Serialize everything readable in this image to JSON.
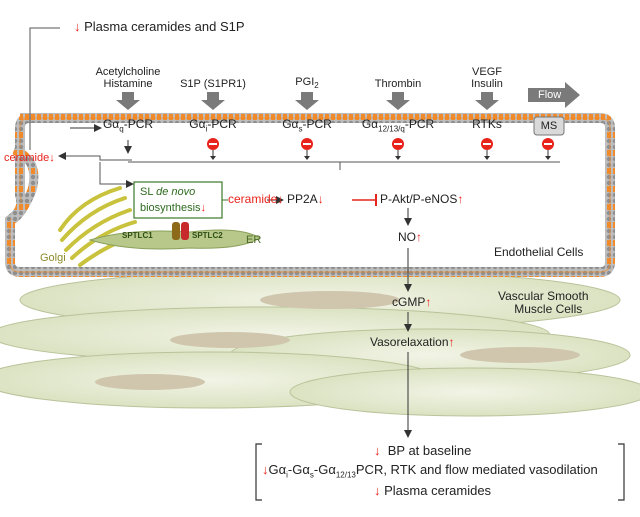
{
  "top_effect": {
    "arrow": "↓",
    "text": "Plasma ceramides and S1P"
  },
  "agonists": {
    "gq": {
      "line1": "Acetylcholine",
      "line2": "Histamine"
    },
    "gi": {
      "line1": "S1P (S1PR1)"
    },
    "gs": {
      "line1": "PGI",
      "sub": "2"
    },
    "g1213": {
      "line1": "Thrombin"
    },
    "rtk": {
      "line1": "VEGF",
      "line2": "Insulin"
    },
    "flow": {
      "line1": "Flow"
    }
  },
  "receptors": {
    "gq": {
      "pre": "Gα",
      "sub": "q",
      "post": "-PCR"
    },
    "gi": {
      "pre": "Gα",
      "sub": "i",
      "post": "-PCR"
    },
    "gs": {
      "pre": "Gα",
      "sub": "s",
      "post": "-PCR"
    },
    "g1213": {
      "pre": "Gα",
      "sub": "12/13/q",
      "post": "-PCR"
    },
    "rtk": {
      "label": "RTKs"
    },
    "ms": {
      "label": "MS"
    }
  },
  "pathway": {
    "ceramide_left": "ceramide",
    "sl_box_line1_a": "SL ",
    "sl_box_line1_b": "de novo",
    "sl_box_line2": "biosynthesis",
    "ceramide_mid": "ceramide",
    "pp2a": "PP2A",
    "pakt": "P-Akt/P-eNOS",
    "no": "NO",
    "cgmp": "cGMP",
    "vasorelaxation": "Vasorelaxation",
    "down_arrow": "↓",
    "up_arrow": "↑"
  },
  "organelles": {
    "golgi": "Golgi",
    "er": "ER",
    "sptlc1": "SPTLC1",
    "sptlc2": "SPTLC2"
  },
  "cells": {
    "endothelial": "Endothelial Cells",
    "vsmc_line1": "Vascular Smooth",
    "vsmc_line2": "Muscle Cells"
  },
  "outcomes": {
    "line1": "BP at baseline",
    "line2_pre": "Gα",
    "line2_sub1": "i",
    "line2_mid1": "-Gα",
    "line2_sub2": "s",
    "line2_mid2": "-Gα",
    "line2_sub3": "12/13",
    "line2_post": "PCR, RTK and flow mediated vasodilation",
    "line3": "Plasma ceramides",
    "arrow": "↓"
  },
  "colors": {
    "red": "#e8231b",
    "membrane_orange": "#f08a2a",
    "membrane_gray": "#9a9a9a",
    "cell_green": "#dfe6c8",
    "nucleus": "#cfc6ad",
    "golgi": "#c9c23d",
    "er": "#b7c88a",
    "sl_box_border": "#3c7a2a"
  }
}
